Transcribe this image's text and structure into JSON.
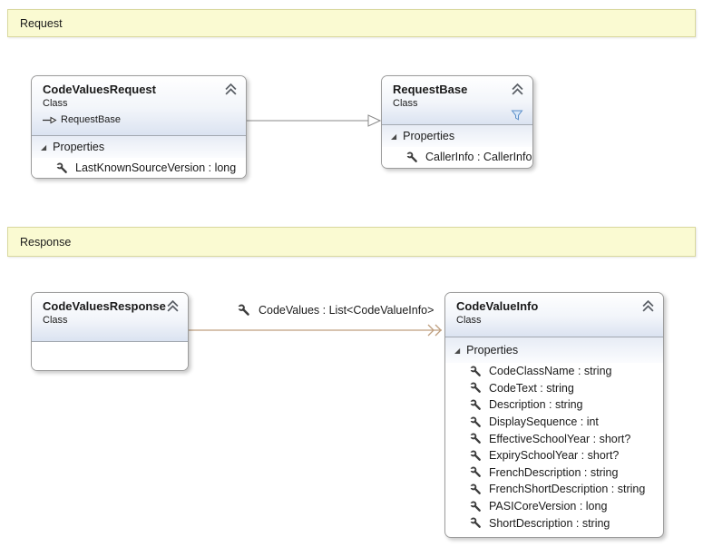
{
  "banners": {
    "request": "Request",
    "response": "Response"
  },
  "classes": {
    "codeValuesRequest": {
      "name": "CodeValuesRequest",
      "kind": "Class",
      "base": "RequestBase",
      "section": "Properties",
      "properties": [
        "LastKnownSourceVersion : long"
      ]
    },
    "requestBase": {
      "name": "RequestBase",
      "kind": "Class",
      "section": "Properties",
      "properties": [
        "CallerInfo : CallerInfo"
      ]
    },
    "codeValuesResponse": {
      "name": "CodeValuesResponse",
      "kind": "Class"
    },
    "codeValueInfo": {
      "name": "CodeValueInfo",
      "kind": "Class",
      "section": "Properties",
      "properties": [
        "CodeClassName : string",
        "CodeText : string",
        "Description : string",
        "DisplaySequence : int",
        "EffectiveSchoolYear : short?",
        "ExpirySchoolYear : short?",
        "FrenchDescription : string",
        "FrenchShortDescription : string",
        "PASICoreVersion : long",
        "ShortDescription : string"
      ]
    }
  },
  "connectors": {
    "association_label": "CodeValues : List<CodeValueInfo>"
  },
  "glyphs": {
    "expander": "◢"
  },
  "colors": {
    "banner_bg": "#fafad2",
    "banner_border": "#d9d89e",
    "header_tint": "#dbe3f1",
    "box_border": "#9b9b9b",
    "inheritance_line": "#8a8a8a",
    "association_line": "#bf9f7f",
    "filter_icon_blue": "#5b8fc9"
  }
}
